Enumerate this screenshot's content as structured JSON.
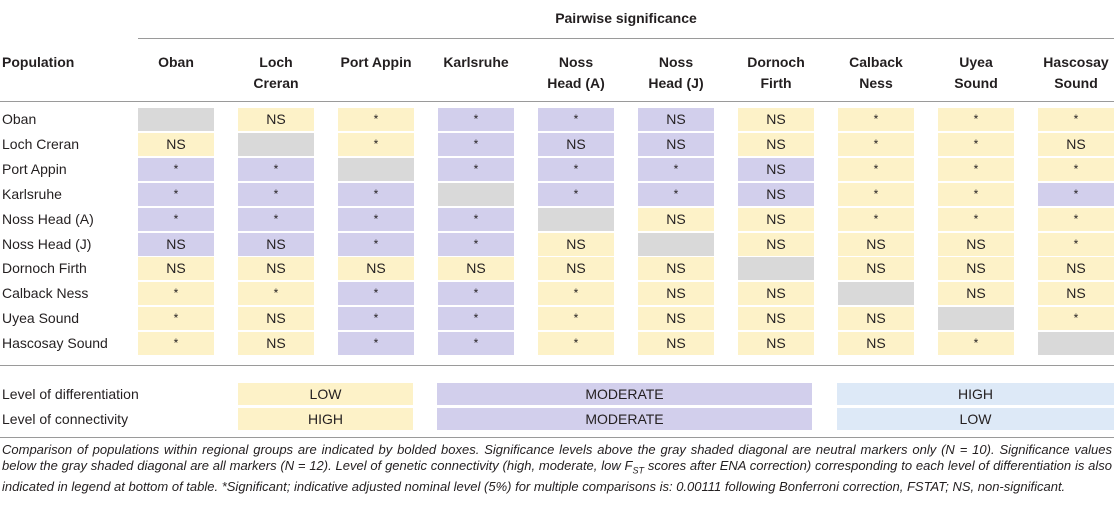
{
  "header": {
    "group_title": "Pairwise significance",
    "population_label": "Population",
    "columns": [
      [
        "Oban"
      ],
      [
        "Loch",
        "Creran"
      ],
      [
        "Port Appin"
      ],
      [
        "Karlsruhe"
      ],
      [
        "Noss",
        "Head (A)"
      ],
      [
        "Noss",
        "Head (J)"
      ],
      [
        "Dornoch",
        "Firth"
      ],
      [
        "Calback",
        "Ness"
      ],
      [
        "Uyea",
        "Sound"
      ],
      [
        "Hascosay",
        "Sound"
      ]
    ]
  },
  "rows": [
    {
      "name": "Oban",
      "cells": [
        "",
        "NS",
        "*",
        "*",
        "*",
        "NS",
        "NS",
        "*",
        "*",
        "*"
      ]
    },
    {
      "name": "Loch Creran",
      "cells": [
        "NS",
        "",
        "*",
        "*",
        "NS",
        "NS",
        "NS",
        "*",
        "*",
        "NS"
      ]
    },
    {
      "name": "Port Appin",
      "cells": [
        "*",
        "*",
        "",
        "*",
        "*",
        "*",
        "NS",
        "*",
        "*",
        "*"
      ]
    },
    {
      "name": "Karlsruhe",
      "cells": [
        "*",
        "*",
        "*",
        "",
        "*",
        "*",
        "NS",
        "*",
        "*",
        "*"
      ]
    },
    {
      "name": "Noss Head (A)",
      "cells": [
        "*",
        "*",
        "*",
        "*",
        "",
        "NS",
        "NS",
        "*",
        "*",
        "*"
      ]
    },
    {
      "name": "Noss Head (J)",
      "cells": [
        "NS",
        "NS",
        "*",
        "*",
        "NS",
        "",
        "NS",
        "NS",
        "NS",
        "*"
      ]
    },
    {
      "name": "Dornoch Firth",
      "cells": [
        "NS",
        "NS",
        "NS",
        "NS",
        "NS",
        "NS",
        "",
        "NS",
        "NS",
        "NS"
      ]
    },
    {
      "name": "Calback Ness",
      "cells": [
        "*",
        "*",
        "*",
        "*",
        "*",
        "NS",
        "NS",
        "",
        "NS",
        "NS"
      ]
    },
    {
      "name": "Uyea Sound",
      "cells": [
        "*",
        "NS",
        "*",
        "*",
        "*",
        "NS",
        "NS",
        "NS",
        "",
        "*"
      ]
    },
    {
      "name": "Hascosay Sound",
      "cells": [
        "*",
        "NS",
        "*",
        "*",
        "*",
        "NS",
        "NS",
        "NS",
        "*",
        ""
      ]
    }
  ],
  "cell_colors": [
    [
      "g",
      "y",
      "y",
      "p",
      "p",
      "p",
      "y",
      "y",
      "y",
      "y"
    ],
    [
      "y",
      "g",
      "y",
      "p",
      "p",
      "p",
      "y",
      "y",
      "y",
      "y"
    ],
    [
      "p",
      "p",
      "g",
      "p",
      "p",
      "p",
      "p",
      "y",
      "y",
      "y"
    ],
    [
      "p",
      "p",
      "p",
      "g",
      "p",
      "p",
      "p",
      "y",
      "y",
      "p"
    ],
    [
      "p",
      "p",
      "p",
      "p",
      "g",
      "y",
      "y",
      "y",
      "y",
      "y"
    ],
    [
      "p",
      "p",
      "p",
      "p",
      "y",
      "g",
      "y",
      "y",
      "y",
      "y"
    ],
    [
      "y",
      "y",
      "y",
      "y",
      "y",
      "y",
      "g",
      "y",
      "y",
      "y"
    ],
    [
      "y",
      "y",
      "p",
      "p",
      "y",
      "y",
      "y",
      "g",
      "y",
      "y"
    ],
    [
      "y",
      "y",
      "p",
      "p",
      "y",
      "y",
      "y",
      "y",
      "g",
      "y"
    ],
    [
      "y",
      "y",
      "p",
      "p",
      "y",
      "y",
      "y",
      "y",
      "y",
      "g"
    ]
  ],
  "palette": {
    "yellow": "#fdf2c8",
    "purple": "#d2cfec",
    "gray": "#d9d9d9",
    "blue": "#dde9f7"
  },
  "legend": {
    "differentiation_label": "Level of differentiation",
    "connectivity_label": "Level of connectivity",
    "low": "LOW",
    "moderate": "MODERATE",
    "high": "HIGH",
    "conn_high": "HIGH",
    "conn_moderate": "MODERATE",
    "conn_low": "LOW"
  },
  "footnote": {
    "part1": "Comparison of populations within regional groups are indicated by bolded boxes. Significance levels above the gray shaded diagonal are neutral markers only (N = 10). Significance values below the gray shaded diagonal are all markers (N = 12). Level of genetic connectivity (high, moderate, low F",
    "sub": "ST",
    "part2": " scores after ENA correction) corresponding to each level of differentiation is also indicated in legend at bottom of table. *Significant; indicative adjusted nominal level (5%) for multiple comparisons is: 0.00111 following Bonferroni correction, FSTAT; NS, non-significant."
  }
}
